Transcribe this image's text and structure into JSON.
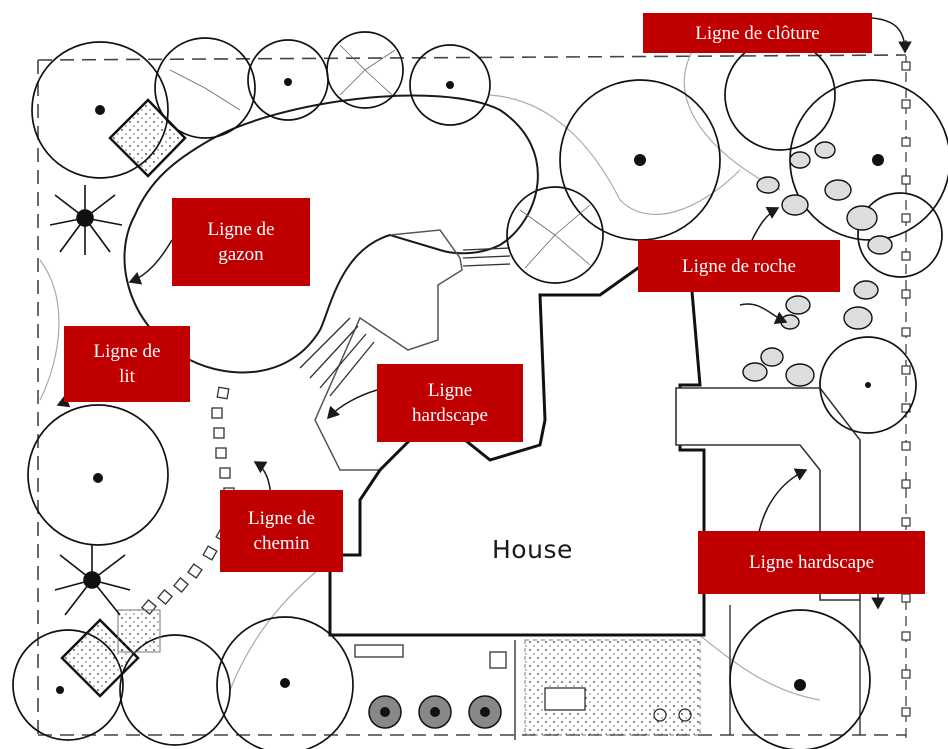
{
  "house_label": "House",
  "labels": {
    "cloture": "Ligne de clôture",
    "gazon": "Ligne de\ngazon",
    "lit": "Ligne de\nlit",
    "hardscape_center": "Ligne\nhardscape",
    "roche": "Ligne de roche",
    "chemin": "Ligne de\nchemin",
    "hardscape_right": "Ligne hardscape"
  },
  "colors": {
    "label_background": "#c00000",
    "label_text": "#ffffff",
    "line": "#1a1a1a"
  }
}
